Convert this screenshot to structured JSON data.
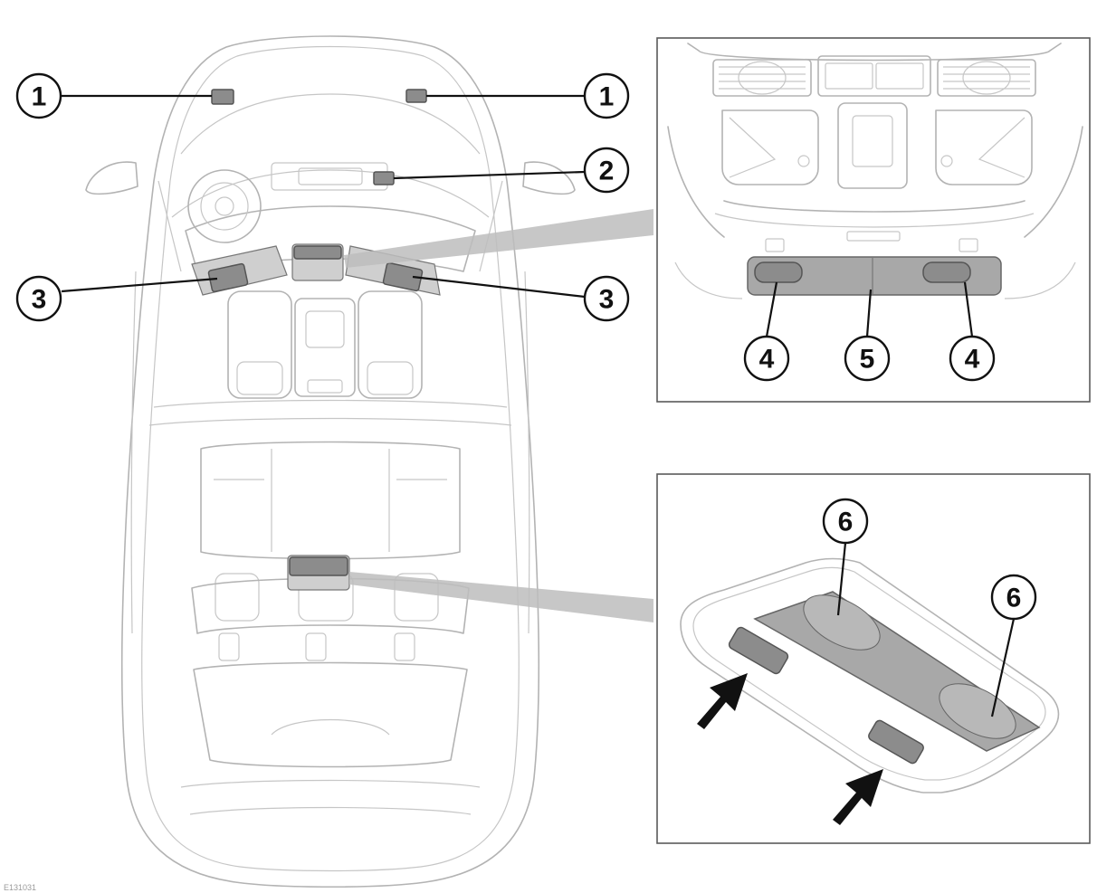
{
  "callouts": {
    "c1_left": "1",
    "c1_right": "1",
    "c2": "2",
    "c3_left": "3",
    "c3_right": "3",
    "c4_left": "4",
    "c5": "5",
    "c4_right": "4",
    "c6_left": "6",
    "c6_right": "6"
  },
  "reference_code": "E131031",
  "colors": {
    "outline": "#b3b3b3",
    "callout_stroke": "#111111",
    "part_fill": "#8c8c8c",
    "panel_border": "#5a5a5a"
  }
}
